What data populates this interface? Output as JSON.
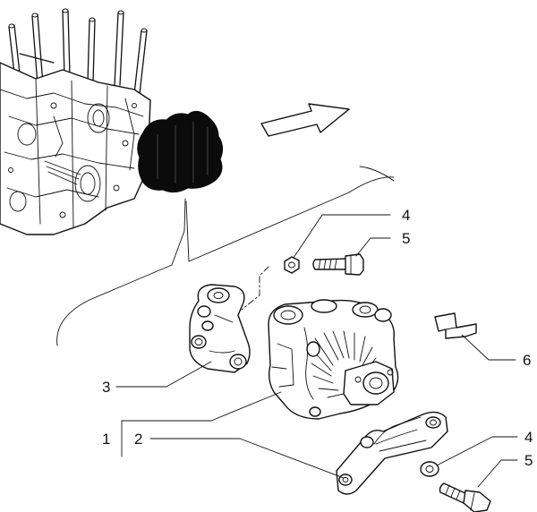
{
  "callouts": {
    "c1": "1",
    "c2": "2",
    "c3": "3",
    "c4_top": "4",
    "c5_top": "5",
    "c6": "6",
    "c4_bottom": "4",
    "c5_bottom": "5"
  },
  "icons": {
    "direction_arrow": "direction-arrow-icon"
  },
  "colors": {
    "ink": "#111111",
    "paper": "#ffffff",
    "boot": "#0b0b0b"
  }
}
